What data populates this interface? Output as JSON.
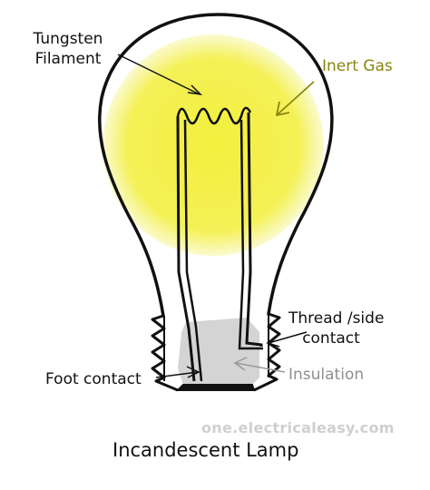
{
  "labels": {
    "filament_line1": "Tungsten",
    "filament_line2": "Filament",
    "inert_gas": "Inert Gas",
    "thread_line1": "Thread /side",
    "thread_line2": "contact",
    "foot_contact": "Foot contact",
    "insulation": "Insulation"
  },
  "watermark": "one.electricaleasy.com",
  "title": "Incandescent Lamp",
  "colors": {
    "glow": "#f2ef3c",
    "glow_edge": "#fbfad0",
    "outline": "#111111",
    "inert_gas_text": "#8a8612",
    "insulation": "#d4d4d4",
    "insulation_text": "#8f8f8f",
    "watermark": "#cfcfcf"
  }
}
